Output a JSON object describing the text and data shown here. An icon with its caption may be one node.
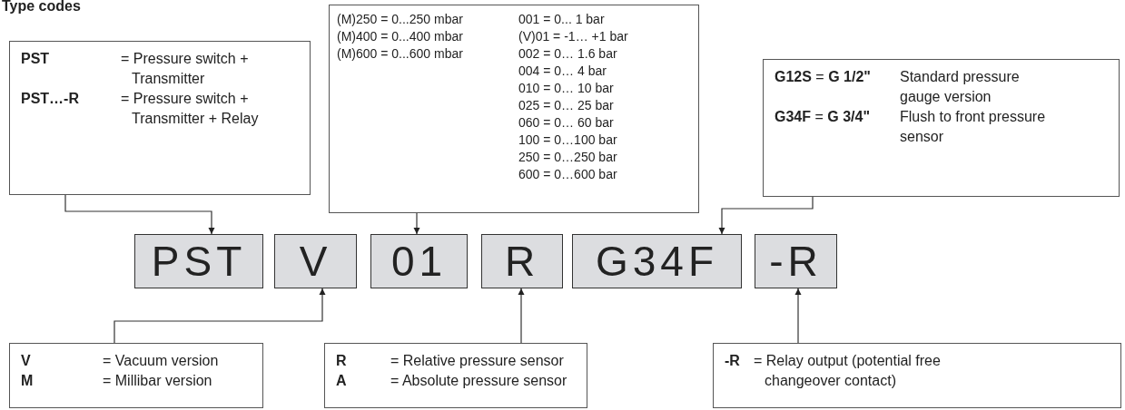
{
  "diagram": {
    "title": "Type codes",
    "nodes": [
      {
        "text": [
          "PST",
          "= Pressure switch + Transmitter",
          "PST…-R",
          "= Pressure switch + Transmitter + Relay"
        ]
      },
      {
        "text": [
          "(M)250 = 0...250 mbar",
          "(M)400 = 0...400 mbar",
          "(M)600 = 0...600 mbar",
          "001 = 0... 1 bar",
          "(V)01 = -1… +1 bar",
          "002 = 0… 1.6 bar",
          "004 = 0… 4 bar",
          "010 = 0… 10 bar",
          "025 = 0… 25 bar",
          "060 = 0… 60 bar",
          "100 = 0…100 bar",
          "250 = 0…250 bar",
          "600 = 0…600 bar"
        ]
      },
      {
        "text": [
          "**G12S** = **G 1/2\"**",
          "Standard pressure gauge version",
          "**G34F** = **G 3/4\"**",
          "Flush to front pressure sensor"
        ]
      },
      {
        "text": [
          "PST"
        ]
      },
      {
        "text": [
          "V"
        ]
      },
      {
        "text": [
          "01"
        ]
      },
      {
        "text": [
          "R"
        ]
      },
      {
        "text": [
          "G34F"
        ]
      },
      {
        "text": [
          "-R"
        ]
      },
      {
        "text": [
          "V",
          "= Vacuum version",
          "M",
          "= Millibar version"
        ]
      },
      {
        "text": [
          "R",
          "= Relative pressure sensor",
          "A",
          "= Absolute pressure sensor"
        ]
      },
      {
        "text": [
          "-R",
          "= Relay output (potential free changeover contact)"
        ]
      }
    ],
    "edges": [
      {
        "from": 0,
        "to": 3,
        "arrow": "to"
      },
      {
        "from": 1,
        "to": 5,
        "arrow": "to"
      },
      {
        "from": 2,
        "to": 7,
        "arrow": "to"
      },
      {
        "from": 9,
        "to": 4,
        "arrow": "to"
      },
      {
        "from": 10,
        "to": 6,
        "arrow": "to"
      },
      {
        "from": 11,
        "to": 8,
        "arrow": "to"
      }
    ]
  }
}
